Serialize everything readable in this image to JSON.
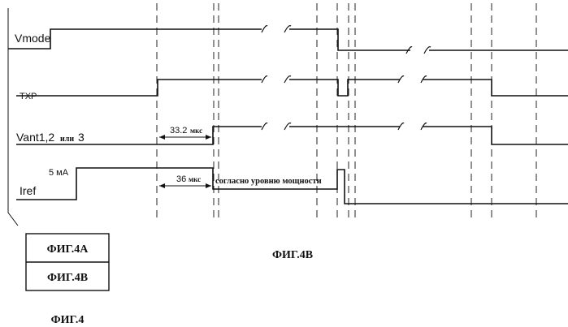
{
  "signals": {
    "vmode": "Vmode",
    "txp": "TXP",
    "vant": "Vant1,2",
    "vant_or": "или",
    "vant_num": "3",
    "iref": "Iref"
  },
  "annotations": {
    "i_level": "5 мA",
    "delay1_value": "33.2",
    "delay1_unit": "мкс",
    "delay2_value": "36",
    "delay2_unit": "мкс",
    "power_note": "согласно уровню мощности"
  },
  "legend": {
    "item_a": "ФИГ.4A",
    "item_b": "ФИГ.4B"
  },
  "figure_caption": "ФИГ.4B",
  "main_caption": "ФИГ.4"
}
